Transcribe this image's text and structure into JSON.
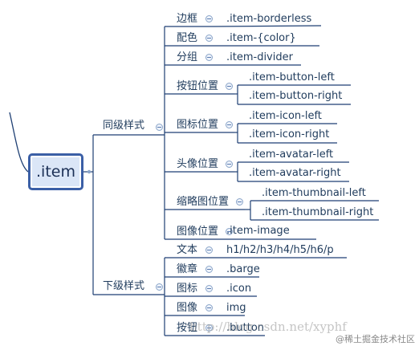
{
  "root": {
    "label": ".item"
  },
  "groups": [
    {
      "label": "同级样式"
    },
    {
      "label": "下级样式"
    }
  ],
  "same_level": [
    {
      "label": "边框",
      "items": [
        ".item-borderless"
      ]
    },
    {
      "label": "配色",
      "items": [
        ".item-{color}"
      ]
    },
    {
      "label": "分组",
      "items": [
        ".item-divider"
      ]
    },
    {
      "label": "按钮位置",
      "items": [
        ".item-button-left",
        ".item-button-right"
      ]
    },
    {
      "label": "图标位置",
      "items": [
        ".item-icon-left",
        ".item-icon-right"
      ]
    },
    {
      "label": "头像位置",
      "items": [
        ".item-avatar-left",
        ".item-avatar-right"
      ]
    },
    {
      "label": "缩略图位置",
      "items": [
        ".item-thumbnail-left",
        ".item-thumbnail-right"
      ]
    },
    {
      "label": "图像位置",
      "items": [
        ".item-image"
      ]
    }
  ],
  "child_level": [
    {
      "label": "文本",
      "items": [
        "h1/h2/h3/h4/h5/h6/p"
      ]
    },
    {
      "label": "徽章",
      "items": [
        ".barge"
      ]
    },
    {
      "label": "图标",
      "items": [
        ".icon"
      ]
    },
    {
      "label": "图像",
      "items": [
        "img"
      ]
    },
    {
      "label": "按钮",
      "items": [
        ".button"
      ]
    }
  ],
  "watermark": "http://blog.csdn.net/xyphf",
  "brand": "@稀土掘金技术社区",
  "colors": {
    "line": "#1e3f73",
    "root_border": "#3b5fa6",
    "root_fill": "#dbe6f7",
    "text": "#1f3b5c"
  }
}
